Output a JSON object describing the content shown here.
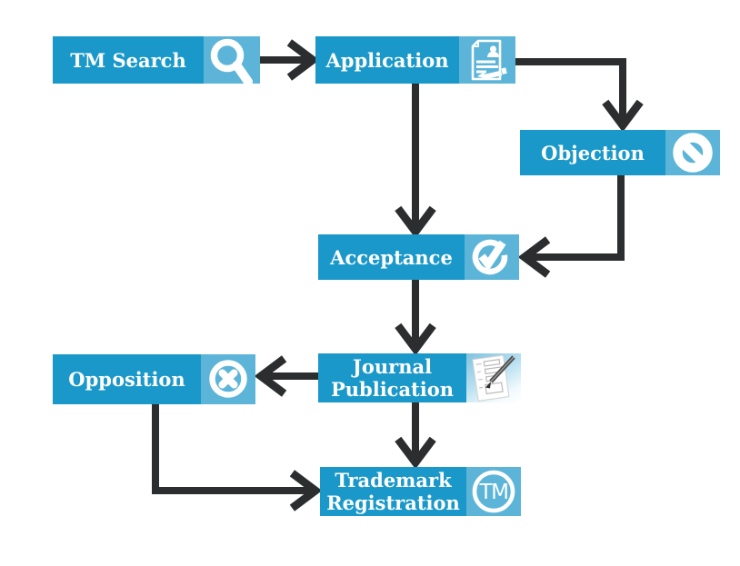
{
  "diagram_type": "flowchart",
  "colors": {
    "box_blue": "#1a98c9",
    "icon_square_blue": "#5cb5d8",
    "arrow_dark": "#2b2d2e",
    "label_white": "#ffffff",
    "background": "#ffffff"
  },
  "nodes": [
    {
      "id": "tm-search",
      "label": "TM Search",
      "icon": "search-icon"
    },
    {
      "id": "application",
      "label": "Application",
      "icon": "application-document-icon"
    },
    {
      "id": "objection",
      "label": "Objection",
      "icon": "prohibition-icon"
    },
    {
      "id": "acceptance",
      "label": "Acceptance",
      "icon": "check-circle-icon"
    },
    {
      "id": "journal-publication",
      "label": "Journal Publication",
      "icon": "journal-form-pen-icon"
    },
    {
      "id": "opposition",
      "label": "Opposition",
      "icon": "cross-circle-icon"
    },
    {
      "id": "trademark-registration",
      "label": "Trademark Registration",
      "icon": "trademark-tm-circle-icon",
      "icon_text": "TM"
    }
  ],
  "edges": [
    {
      "from": "tm-search",
      "to": "application"
    },
    {
      "from": "application",
      "to": "acceptance"
    },
    {
      "from": "application",
      "to": "objection"
    },
    {
      "from": "objection",
      "to": "acceptance"
    },
    {
      "from": "acceptance",
      "to": "journal-publication"
    },
    {
      "from": "journal-publication",
      "to": "opposition"
    },
    {
      "from": "journal-publication",
      "to": "trademark-registration"
    },
    {
      "from": "opposition",
      "to": "trademark-registration"
    }
  ]
}
